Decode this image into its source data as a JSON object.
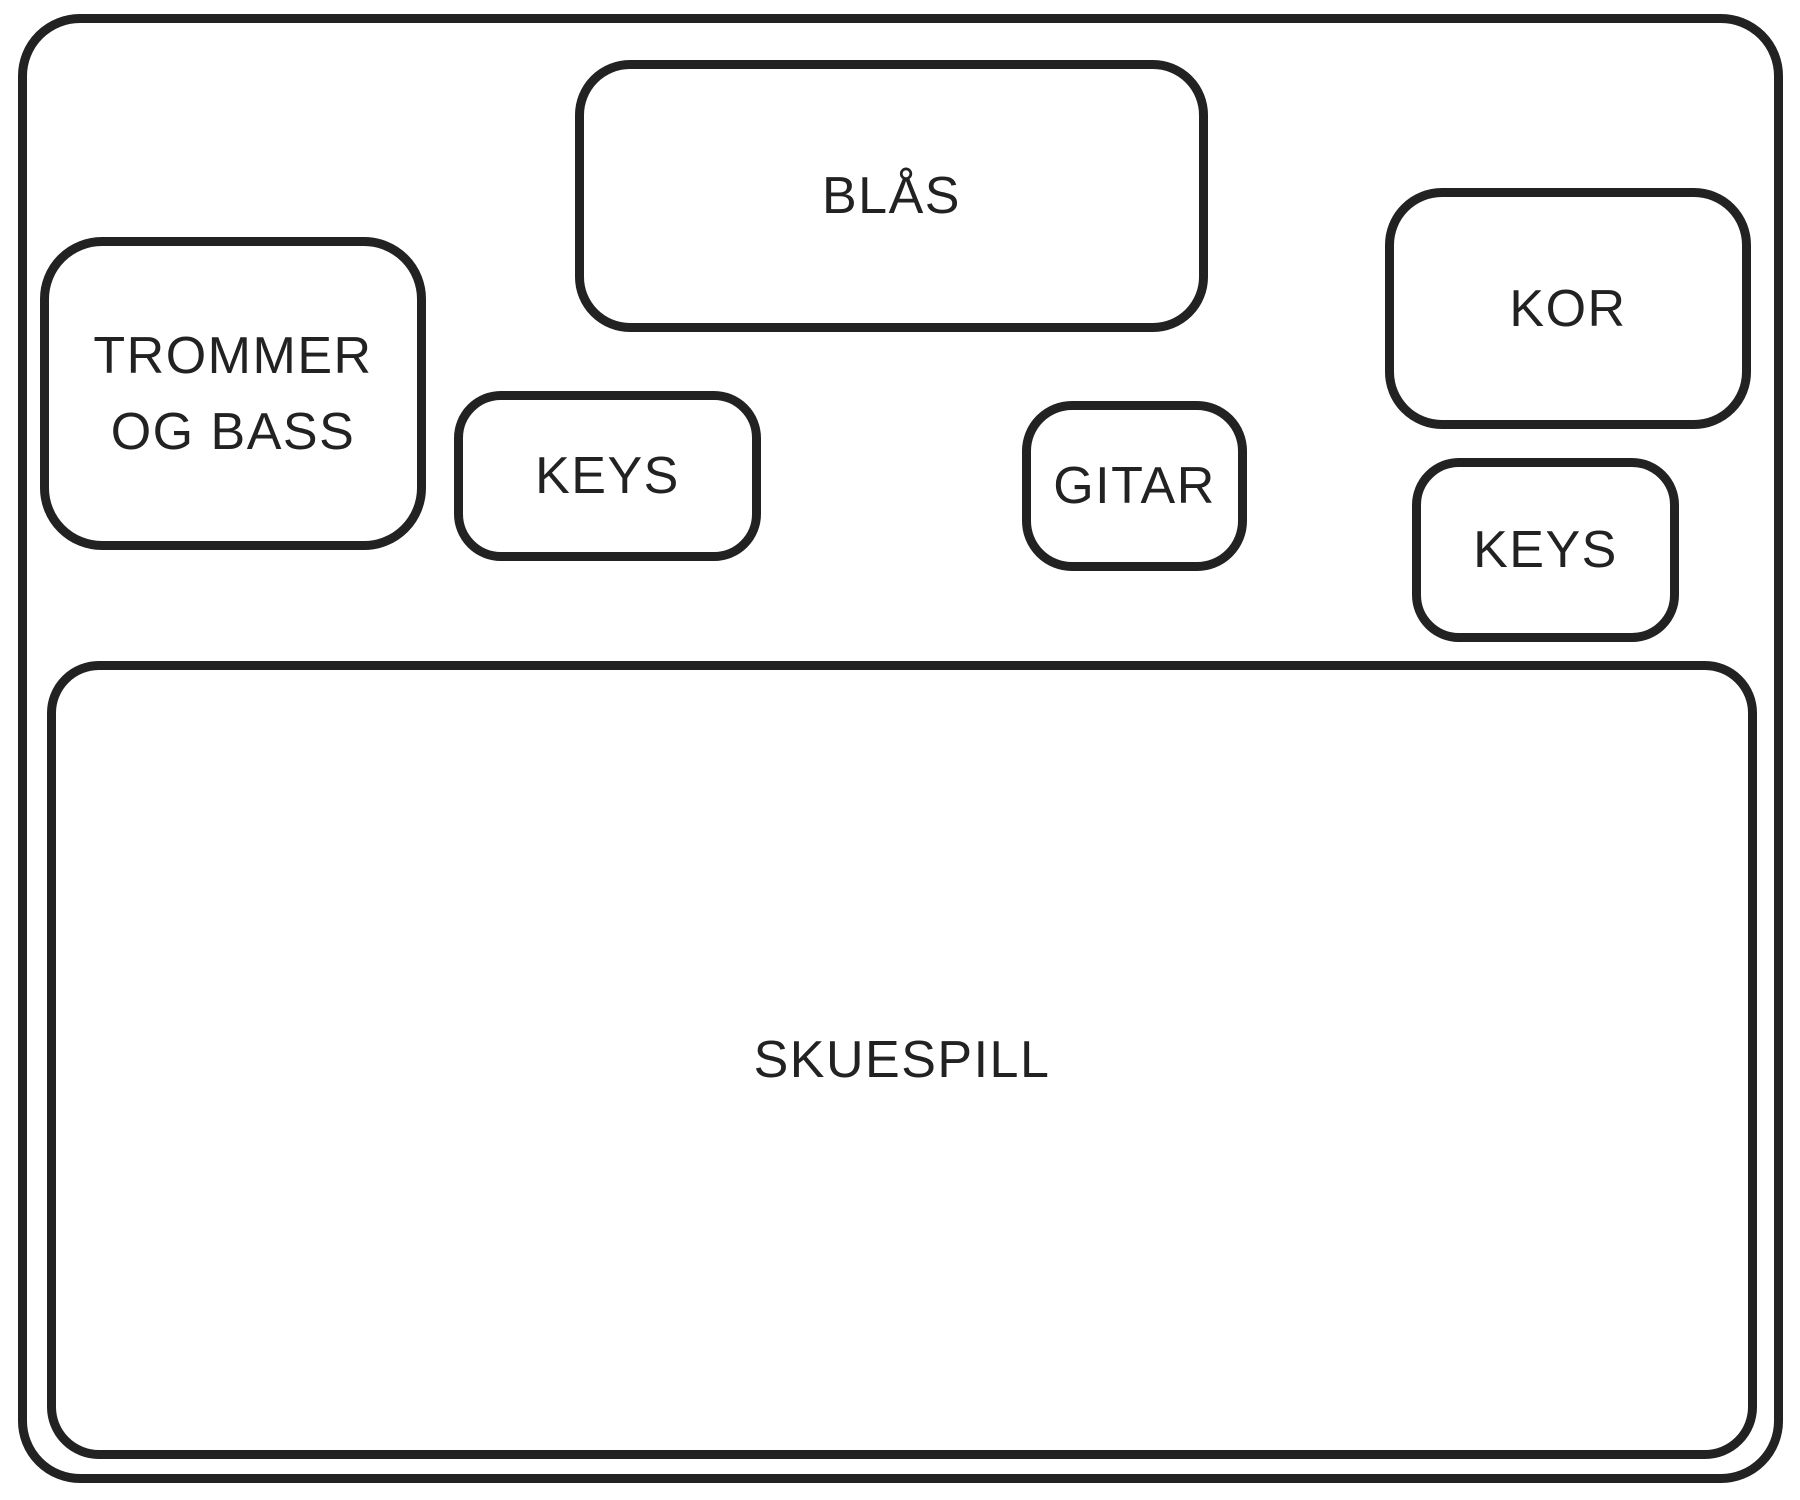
{
  "colors": {
    "stroke": "#222222",
    "background": "#ffffff"
  },
  "boxes": {
    "blas": {
      "label": "BLÅS"
    },
    "trommer": {
      "label": "TROMMER OG BASS"
    },
    "keys_left": {
      "label": "KEYS"
    },
    "gitar": {
      "label": "GITAR"
    },
    "kor": {
      "label": "KOR"
    },
    "keys_right": {
      "label": "KEYS"
    },
    "skuespill": {
      "label": "SKUESPILL"
    }
  }
}
